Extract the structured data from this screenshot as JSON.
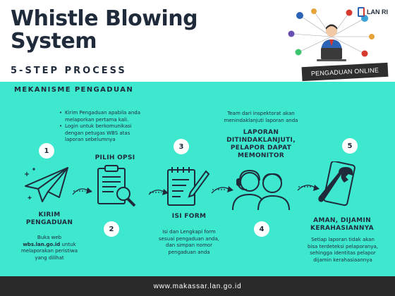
{
  "header": {
    "title_line1": "Whistle Blowing",
    "title_line2": "System",
    "subtitle": "5-STEP PROCESS",
    "logo_text": "LAN RI",
    "banner": "PENGADUAN ONLINE"
  },
  "section_title": "MEKANISME PENGADUAN",
  "steps": [
    {
      "number": "1",
      "label_line1": "KIRIM",
      "label_line2": "PENGADUAN",
      "desc_line1": "Buka web",
      "desc_bold": "wbs.lan.go.id",
      "desc_after": " untuk",
      "desc_line3": "melaporakan peristiwa",
      "desc_line4": "yang dilihat",
      "icon": "paper-plane-icon"
    },
    {
      "number": "2",
      "label": "PILIH OPSI",
      "bullet1_line1": "Kirim Pengaduan apabila anda",
      "bullet1_line2": "melaporkan pertama kali.",
      "bullet2_line1": "Login untuk berkomunikasi",
      "bullet2_line2": "dengan petugas WBS atas",
      "bullet2_line3": "laporan sebelumnya",
      "icon": "clipboard-search-icon"
    },
    {
      "number": "3",
      "label": "ISI FORM",
      "desc_line1": "Isi dan Lengkapi form",
      "desc_line2": "sesuai pengaduan anda,",
      "desc_line3": "dan simpan nomor",
      "desc_line4": "pengaduan anda",
      "icon": "form-pencil-icon"
    },
    {
      "number": "4",
      "label_line1": "LAPORAN",
      "label_line2": "DITINDAKLANJUTI,",
      "label_line3": "PELAPOR DAPAT",
      "label_line4": "MEMONITOR",
      "desc_line1": "Team dari inspektorat akan",
      "desc_line2": "menindaklanjuti laporan anda",
      "icon": "people-headset-icon"
    },
    {
      "number": "5",
      "label_line1": "AMAN, DIJAMIN",
      "label_line2": "KERAHASIANNYA",
      "desc_line1": "Setiap laporan tidak akan",
      "desc_line2": "bisa terdeteksi pelaporanya,",
      "desc_line3": "sehingga identitas pelapor",
      "desc_line4": "dijamin kerahasiaannya",
      "icon": "phone-wrench-icon"
    }
  ],
  "footer": "www.makassar.lan.go.id",
  "colors": {
    "accent": "#3ee8cf",
    "dark": "#1f2a3a",
    "footer_bg": "#2a2a2a"
  }
}
